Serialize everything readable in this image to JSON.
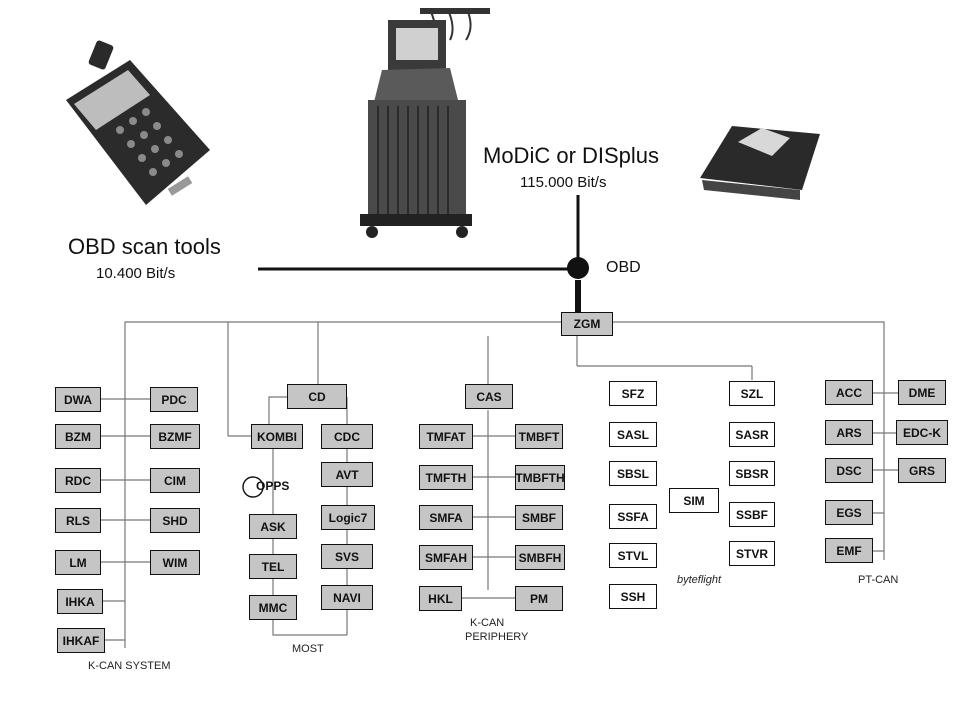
{
  "labels": {
    "obd_tools_title": "OBD scan tools",
    "obd_tools_rate": "10.400 Bit/s",
    "modic_title": "MoDiC or DISplus",
    "modic_rate": "115.000 Bit/s",
    "obd_port": "OBD",
    "zgm": "ZGM"
  },
  "buses": {
    "kcan_system": "K-CAN SYSTEM",
    "most": "MOST",
    "kcan_periphery_1": "K-CAN",
    "kcan_periphery_2": "PERIPHERY",
    "byteflight": "byteflight",
    "ptcan": "PT-CAN"
  },
  "modules": {
    "dwa": "DWA",
    "pdc": "PDC",
    "bzm": "BZM",
    "bzmf": "BZMF",
    "rdc": "RDC",
    "cim": "CIM",
    "rls": "RLS",
    "shd": "SHD",
    "lm": "LM",
    "wim": "WIM",
    "ihka": "IHKA",
    "ihkaf": "IHKAF",
    "cd": "CD",
    "kombi": "KOMBI",
    "opps": "OPPS",
    "ask": "ASK",
    "tel": "TEL",
    "mmc": "MMC",
    "cdc": "CDC",
    "avt": "AVT",
    "logic7": "Logic7",
    "svs": "SVS",
    "navi": "NAVI",
    "cas": "CAS",
    "tmfat": "TMFAT",
    "tmbft": "TMBFT",
    "tmfth": "TMFTH",
    "tmbfth": "TMBFTH",
    "smfa": "SMFA",
    "smbf": "SMBF",
    "smfah": "SMFAH",
    "smbfh": "SMBFH",
    "hkl": "HKL",
    "pm": "PM",
    "sfz": "SFZ",
    "szl": "SZL",
    "sasl": "SASL",
    "sasr": "SASR",
    "sbsl": "SBSL",
    "sbsr": "SBSR",
    "sim": "SIM",
    "ssfa": "SSFA",
    "ssbf": "SSBF",
    "stvl": "STVL",
    "stvr": "STVR",
    "ssh": "SSH",
    "acc": "ACC",
    "dme": "DME",
    "ars": "ARS",
    "edck": "EDC-K",
    "dsc": "DSC",
    "grs": "GRS",
    "egs": "EGS",
    "emf": "EMF"
  },
  "device_images": [
    "handheld-scan-tool",
    "diagnostic-cart-terminal",
    "dis-tablet"
  ]
}
